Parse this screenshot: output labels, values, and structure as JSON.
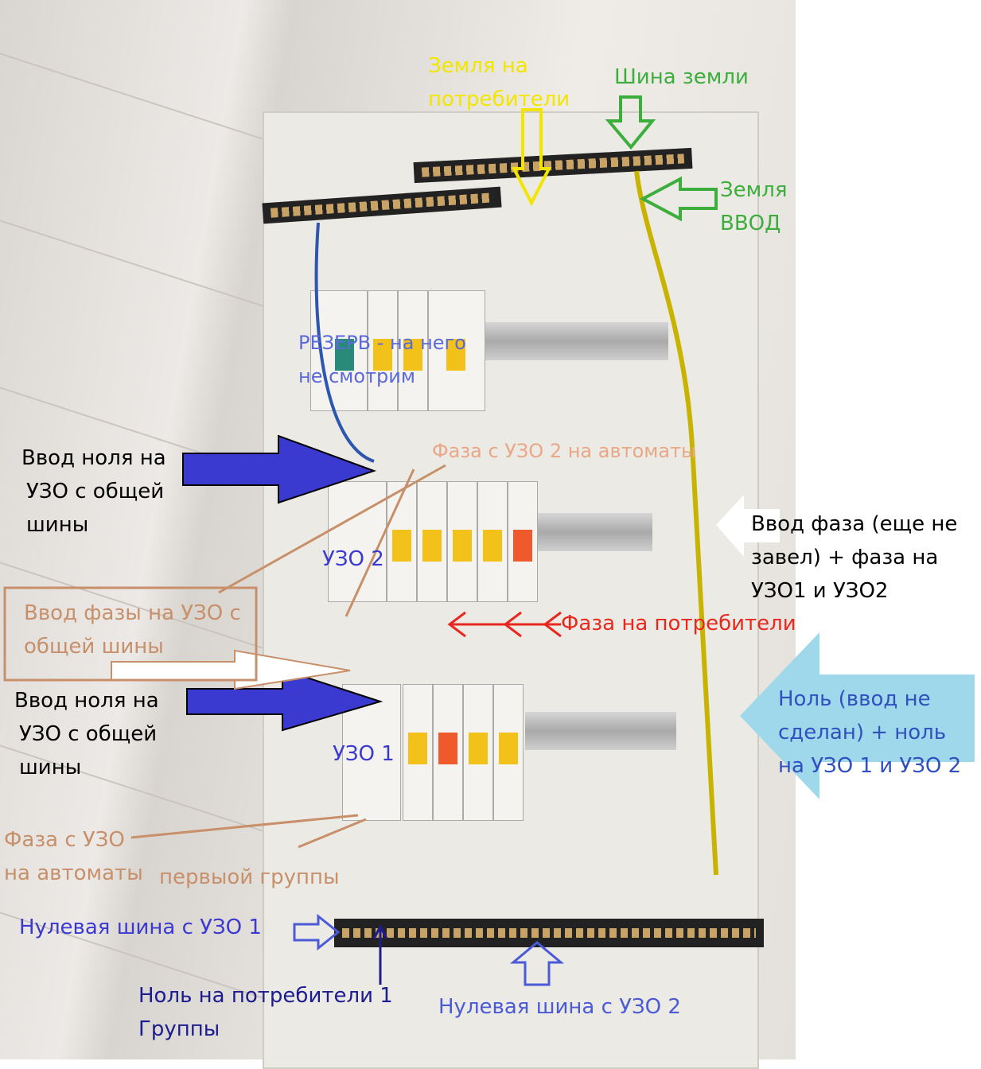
{
  "colors": {
    "yellow": "#f2e600",
    "green": "#3cae3c",
    "blue": "#4b5ad6",
    "tan": "#c8906a",
    "red": "#e8281e",
    "darkblue": "#1c1c90",
    "lightblue": "#9fd8ea",
    "arrow_blue": "#3a3ad0"
  },
  "labels": {
    "ground_consumers": [
      "Земля на",
      "потребители"
    ],
    "ground_bus": "Шина земли",
    "ground_input": [
      "Земля",
      "ВВОД"
    ],
    "reserve": [
      "РЕЗЕРВ - на него",
      "не смотрим"
    ],
    "neutral_input_rcd2": [
      "Ввод ноля на",
      "УЗО с общей",
      "шины"
    ],
    "phase_rcd2_breakers": "Фаза с УЗО 2 на автоматы",
    "phase_input": [
      "Ввод фаза (еще не",
      "завел) + фаза на",
      "УЗО1 и УЗО2"
    ],
    "rcd2": "УЗО 2",
    "phase_input_rcd": [
      "Ввод фазы на УЗО с",
      "общей шины"
    ],
    "phase_consumers": "Фаза на потребители",
    "neutral_input_rcd1": [
      "Ввод ноля на",
      "УЗО с общей",
      "шины"
    ],
    "neutral_note": [
      "Ноль (ввод не",
      "сделан) + ноль",
      "на УЗО 1 и УЗО 2"
    ],
    "rcd1": "УЗО 1",
    "phase_rcd1": [
      "Фаза с УЗО",
      "на автоматы"
    ],
    "first_group": "первыой группы",
    "neutral_bus_rcd1": "Нулевая шина с УЗО 1",
    "neutral_consumers": [
      "Ноль на потребители 1",
      "Группы"
    ],
    "neutral_bus_rcd2": "Нулевая шина с УЗО 2"
  }
}
